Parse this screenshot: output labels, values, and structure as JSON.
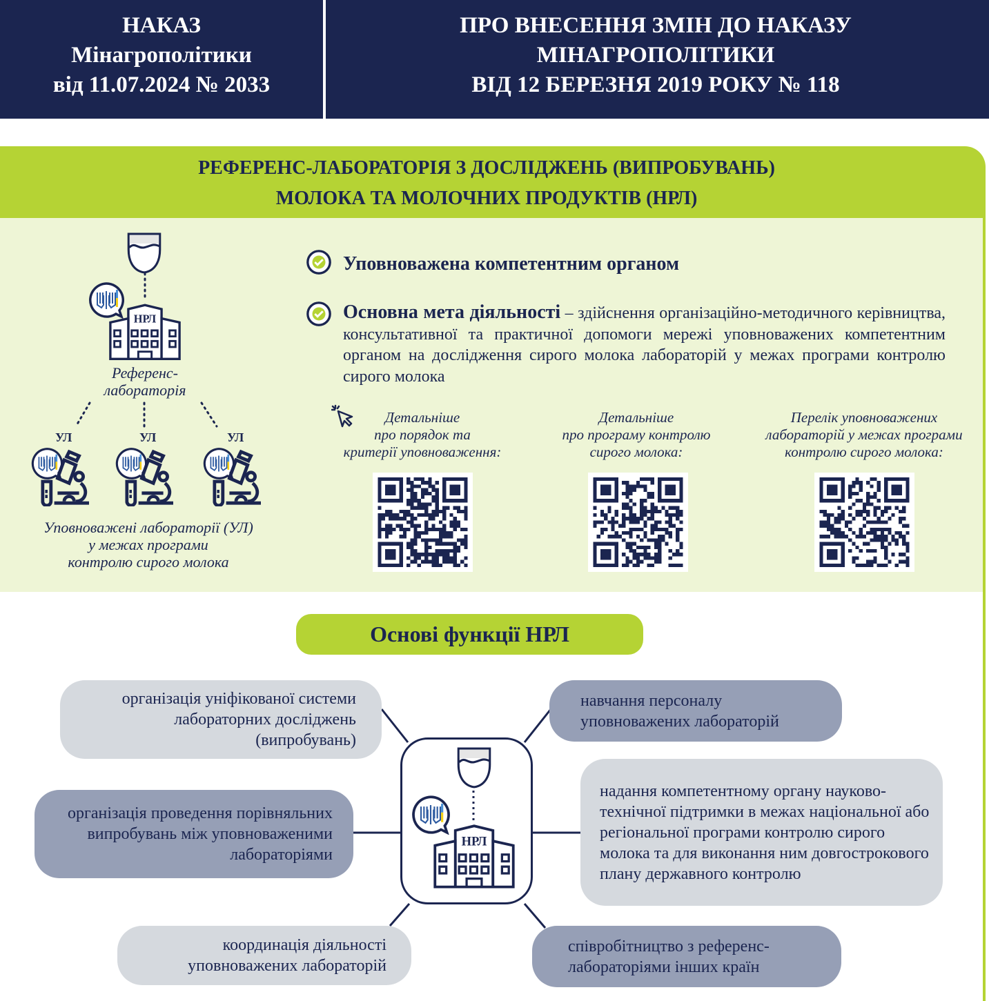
{
  "header": {
    "left": [
      "НАКАЗ",
      "Мінагрополітики",
      "від 11.07.2024 № 2033"
    ],
    "right": [
      "ПРО ВНЕСЕННЯ ЗМІН ДО НАКАЗУ",
      "МІНАГРОПОЛІТИКИ",
      "ВІД 12 БЕРЕЗНЯ 2019 РОКУ № 118"
    ]
  },
  "panel": {
    "title": [
      "РЕФЕРЕНС-ЛАБОРАТОРІЯ З ДОСЛІДЖЕНЬ (ВИПРОБУВАНЬ)",
      "МОЛОКА ТА МОЛОЧНИХ ПРОДУКТІВ (НРЛ)"
    ],
    "building_label": "НРЛ",
    "ref_lab_caption": [
      "Референс-",
      "лабораторія"
    ],
    "ul_label": "УЛ",
    "ul_caption": [
      "Уповноважені лабораторії (УЛ)",
      "у межах програми",
      "контролю сирого молока"
    ],
    "point1": "Уповноважена компетентним органом",
    "point2_bold": "Основна мета діяльності",
    "point2_text": " –  здійснення організаційно-методичного керівництва, консультативної та практичної допомоги мережі уповноважених компетентним органом на дослідження сирого молока лабораторій у межах програми контролю сирого молока",
    "qr": [
      {
        "caption": [
          "Детальніше",
          "про порядок та",
          "критерії уповноваження:"
        ]
      },
      {
        "caption": [
          "Детальніше",
          "про програму контролю",
          "сирого молока:"
        ]
      },
      {
        "caption": [
          "Перелік уповноважених",
          "лабораторій у межах програми",
          "контролю сирого молока:"
        ]
      }
    ]
  },
  "functions": {
    "title": "Основі функції НРЛ",
    "items": [
      "організація уніфікованої системи лабораторних досліджень (випробувань)",
      "навчання персоналу уповноважених лабораторій",
      "організація проведення порівняльних випробувань між уповноваженими лабораторіями",
      "надання компетентному органу науково-технічної підтримки в межах національної або регіональної програми контролю сирого молока та для виконання ним довгострокового плану державного контролю",
      "координація діяльності уповноважених лабораторій",
      "співробітництво з референс-лабораторіями інших країн"
    ]
  },
  "colors": {
    "navy": "#1b2550",
    "green": "#b5d334",
    "light_green": "#eef5d6",
    "light_gray": "#d5d9de",
    "gray_blue": "#969fb6"
  }
}
